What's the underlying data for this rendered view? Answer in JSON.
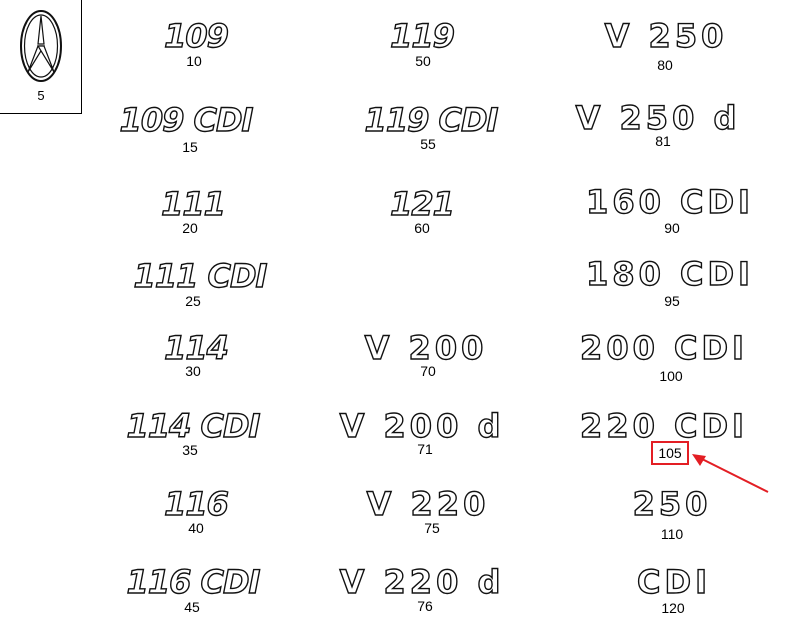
{
  "logo_item": {
    "icon": "mercedes-star-icon",
    "number": "5"
  },
  "items": [
    {
      "badge": "109",
      "number": "10",
      "style": "italic"
    },
    {
      "badge": "109 CDI",
      "number": "15",
      "style": "italic"
    },
    {
      "badge": "111",
      "number": "20",
      "style": "italic"
    },
    {
      "badge": "111 CDI",
      "number": "25",
      "style": "italic"
    },
    {
      "badge": "114",
      "number": "30",
      "style": "italic"
    },
    {
      "badge": "114 CDI",
      "number": "35",
      "style": "italic"
    },
    {
      "badge": "116",
      "number": "40",
      "style": "italic"
    },
    {
      "badge": "116 CDI",
      "number": "45",
      "style": "italic"
    },
    {
      "badge": "119",
      "number": "50",
      "style": "italic"
    },
    {
      "badge": "119 CDI",
      "number": "55",
      "style": "italic"
    },
    {
      "badge": "121",
      "number": "60",
      "style": "italic"
    },
    {
      "badge": "V 200",
      "number": "70",
      "style": "wide"
    },
    {
      "badge": "V 200 d",
      "number": "71",
      "style": "wide"
    },
    {
      "badge": "V 220",
      "number": "75",
      "style": "wide"
    },
    {
      "badge": "V 220 d",
      "number": "76",
      "style": "wide"
    },
    {
      "badge": "V 250",
      "number": "80",
      "style": "wide"
    },
    {
      "badge": "V 250 d",
      "number": "81",
      "style": "wide"
    },
    {
      "badge": "160 CDI",
      "number": "90",
      "style": "wide"
    },
    {
      "badge": "180 CDI",
      "number": "95",
      "style": "wide"
    },
    {
      "badge": "200 CDI",
      "number": "100",
      "style": "wide"
    },
    {
      "badge": "220 CDI",
      "number": "105",
      "style": "wide",
      "highlighted": true
    },
    {
      "badge": "250",
      "number": "110",
      "style": "wide"
    },
    {
      "badge": "CDI",
      "number": "120",
      "style": "wide"
    }
  ],
  "highlight_color": "#e31e24"
}
